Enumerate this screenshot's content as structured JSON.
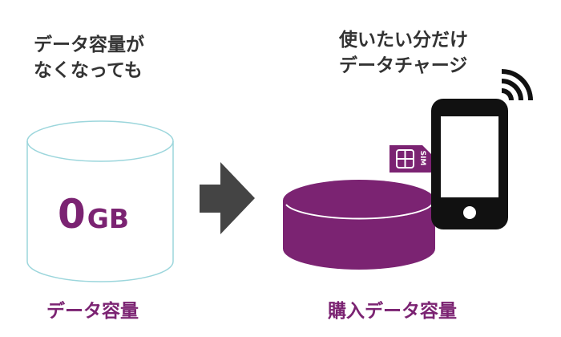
{
  "left": {
    "heading_line1": "データ容量が",
    "heading_line2": "なくなっても",
    "usage_number": "0",
    "usage_unit": "GB",
    "caption": "データ容量"
  },
  "right": {
    "heading_line1": "使いたい分だけ",
    "heading_line2": "データチャージ",
    "sim_label": "SIM",
    "caption": "購入データ容量"
  },
  "colors": {
    "accent_purple": "#7b2372",
    "empty_outline": "#9cd6dc",
    "arrow_gray": "#444444",
    "text_dark": "#333333"
  },
  "icons": [
    "empty-cylinder-icon",
    "arrow-right-icon",
    "data-cylinder-icon",
    "sim-card-icon",
    "smartphone-icon",
    "signal-waves-icon"
  ]
}
